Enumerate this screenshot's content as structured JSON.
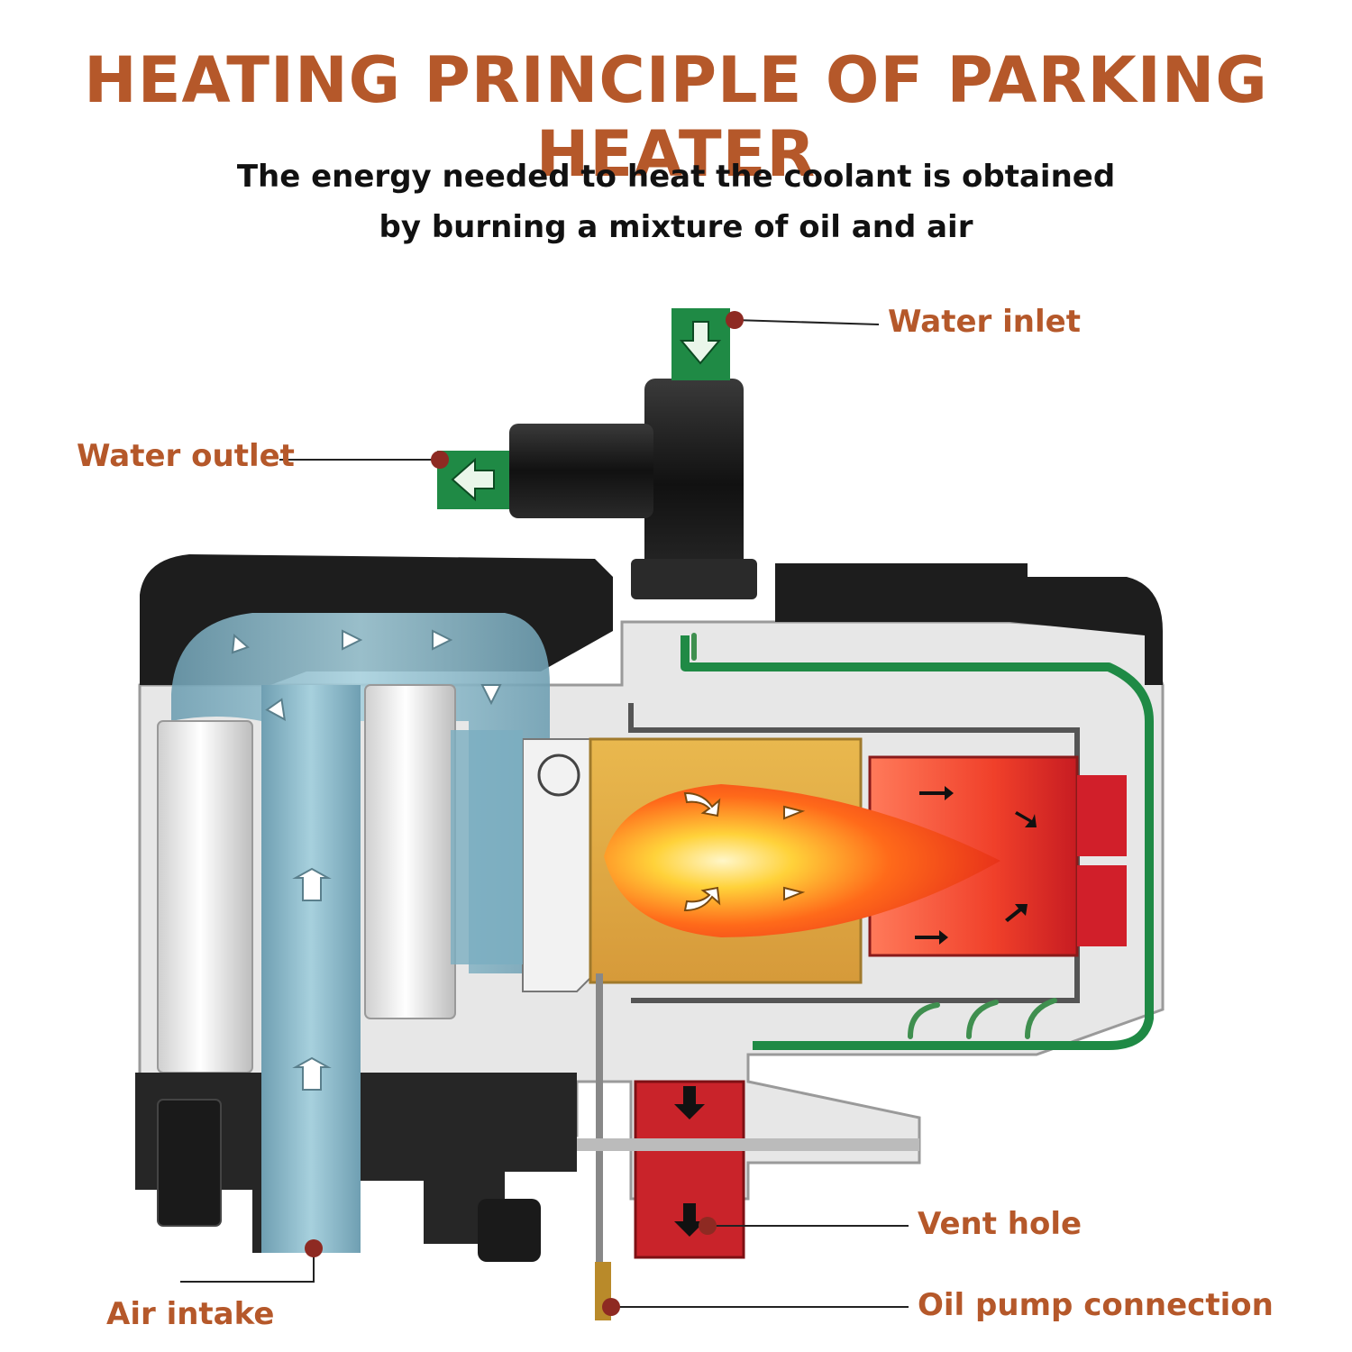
{
  "title": "HEATING PRINCIPLE OF PARKING HEATER",
  "subtitle": {
    "line1": "The energy needed to heat the coolant is obtained",
    "line2": "by burning a mixture of oil and air"
  },
  "labels": {
    "water_inlet": "Water inlet",
    "water_outlet": "Water outlet",
    "vent_hole": "Vent hole",
    "air_intake": "Air intake",
    "oil_pump_connection": "Oil pump connection"
  },
  "colors": {
    "accent": "#b5582a",
    "callout_dot": "#8e2a22",
    "coolant_green": "#1f8a45",
    "air_blue": "#8fbccc",
    "housing_dark": "#1d1d1d",
    "flame_red": "#e83a1c",
    "chamber_yellow": "#e2b04a",
    "exhaust_red": "#c9232a"
  },
  "icons": [
    "arrow-down-icon",
    "arrow-left-icon",
    "arrow-up-icon",
    "flow-arrow-icon"
  ]
}
